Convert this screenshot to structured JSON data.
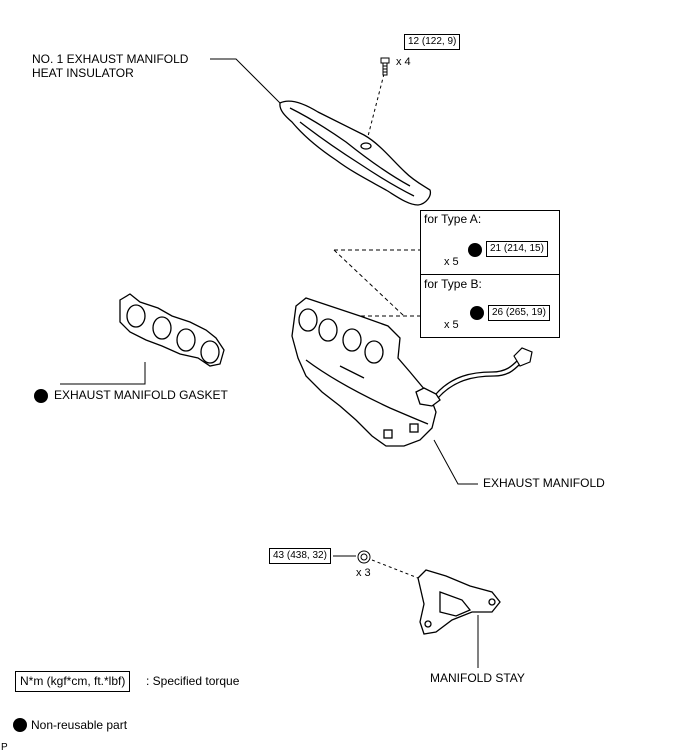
{
  "parts": {
    "heat_insulator": [
      "NO. 1 EXHAUST MANIFOLD",
      "HEAT INSULATOR"
    ],
    "gasket": "EXHAUST MANIFOLD GASKET",
    "manifold": "EXHAUST MANIFOLD",
    "stay": "MANIFOLD STAY"
  },
  "torques": {
    "insulator_bolt": "12 (122, 9)",
    "type_a_nut": "21 (214, 15)",
    "type_b_nut": "26 (265, 19)",
    "stay_bolt": "43 (438, 32)"
  },
  "quantities": {
    "insulator_bolt": "x 4",
    "type_a_nut": "x 5",
    "type_b_nut": "x 5",
    "stay_bolt": "x 3"
  },
  "types": {
    "a": "for Type A:",
    "b": "for Type B:"
  },
  "legend": {
    "torque_unit": "N*m (kgf*cm, ft.*lbf)",
    "torque_desc": ": Specified torque",
    "nonreusable": "Non-reusable part"
  },
  "corner_mark": "P"
}
